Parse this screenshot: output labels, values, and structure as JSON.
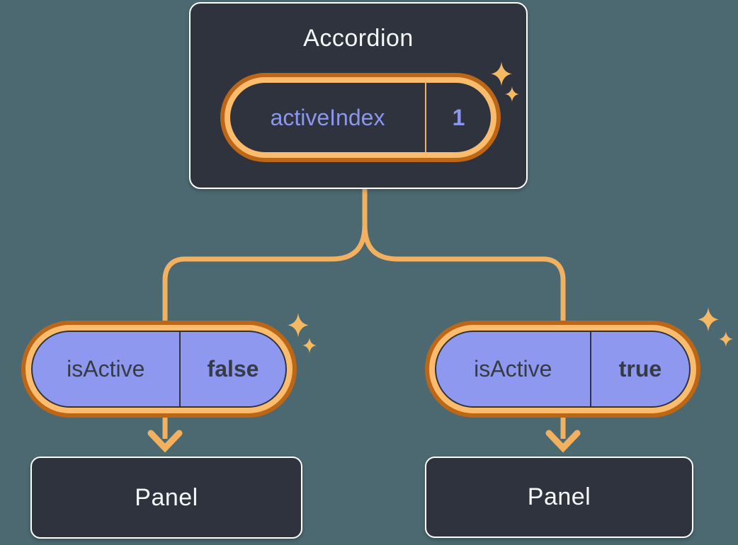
{
  "accordion": {
    "title": "Accordion",
    "state_pill": {
      "name": "activeIndex",
      "value": "1"
    }
  },
  "children": [
    {
      "prop_pill": {
        "name": "isActive",
        "value": "false"
      },
      "panel": {
        "title": "Panel"
      }
    },
    {
      "prop_pill": {
        "name": "isActive",
        "value": "true"
      },
      "panel": {
        "title": "Panel"
      }
    }
  ],
  "icons": {
    "sparkle": "four-point-star",
    "arrow": "down-arrowhead"
  },
  "colors": {
    "background": "#4c6971",
    "box_fill": "#2e333d",
    "box_border": "#ffffff",
    "text_light": "#f6f7f9",
    "text_dark": "#363b44",
    "purple_fill": "#8e98ef",
    "purple_text": "#8b97ee",
    "ring_outer_orange": "#bd6716",
    "ring_inner_orange": "#fbbc6d",
    "connector_orange": "#f3b160",
    "sparkle_orange": "#f6b963"
  }
}
